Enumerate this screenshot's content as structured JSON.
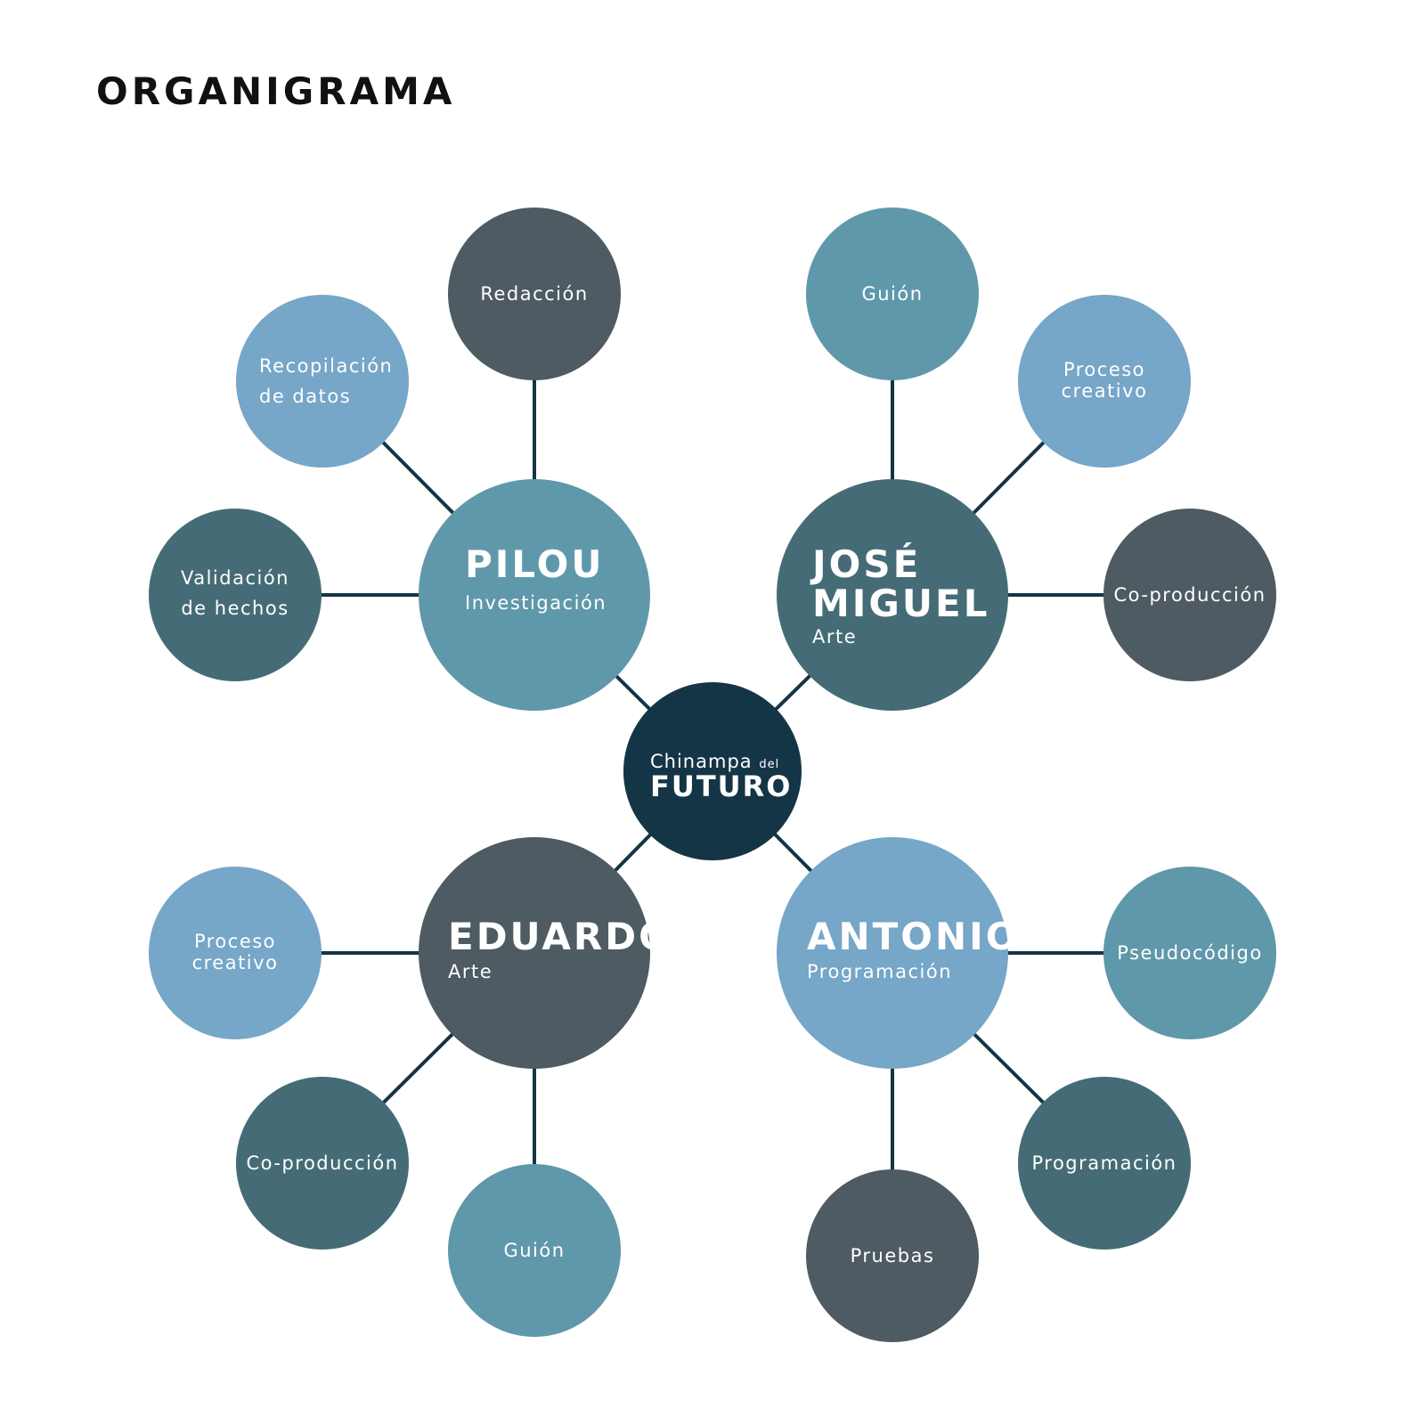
{
  "title": "ORGANIGRAMA",
  "colors": {
    "center": "#143546",
    "teal": "#5f98aa",
    "light_blue": "#76a6c8",
    "slate": "#4e5b62",
    "dark_teal": "#456c76",
    "connector": "#143546",
    "text": "#ffffff"
  },
  "center": {
    "line1": "Chinampa",
    "line1_small": "del",
    "line2": "FUTURO"
  },
  "groups": {
    "pilou": {
      "name": [
        "PILOU"
      ],
      "role": "Investigación",
      "leaves": {
        "redaccion": [
          "Redacción"
        ],
        "recopilacion": [
          "Recopilación",
          "de datos"
        ],
        "validacion": [
          "Validación",
          "de hechos"
        ]
      }
    },
    "jose_miguel": {
      "name": [
        "JOSÉ",
        "MIGUEL"
      ],
      "role": "Arte",
      "leaves": {
        "guion": [
          "Guión"
        ],
        "proceso": [
          "Proceso",
          "creativo"
        ],
        "coproduccion": [
          "Co-producción"
        ]
      }
    },
    "eduardo": {
      "name": [
        "EDUARDO"
      ],
      "role": "Arte",
      "leaves": {
        "proceso": [
          "Proceso",
          "creativo"
        ],
        "coproduccion": [
          "Co-producción"
        ],
        "guion": [
          "Guión"
        ]
      }
    },
    "antonio": {
      "name": [
        "ANTONIO"
      ],
      "role": "Programación",
      "leaves": {
        "pseudocodigo": [
          "Pseudocódigo"
        ],
        "programacion": [
          "Programación"
        ],
        "pruebas": [
          "Pruebas"
        ]
      }
    }
  }
}
